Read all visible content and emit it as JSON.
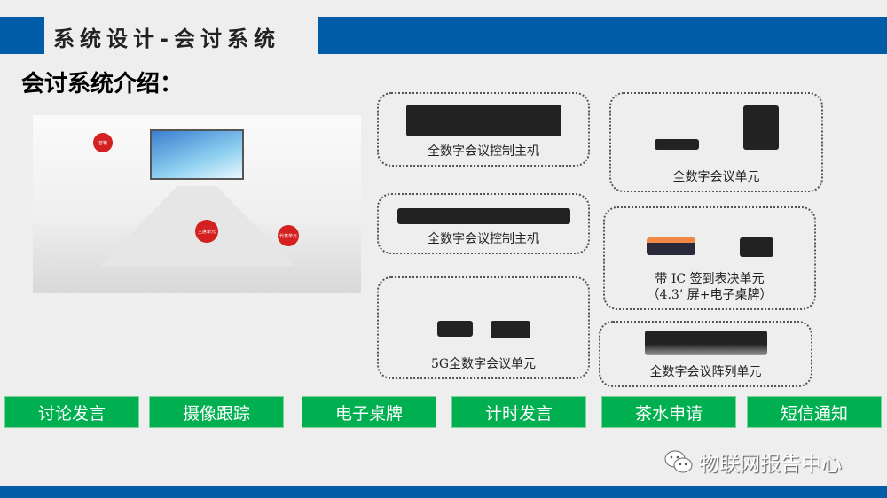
{
  "header": {
    "title": "系统设计-会讨系统",
    "subtitle": "会讨系统介绍："
  },
  "photo": {
    "labels": [
      "音箱",
      "主席单元",
      "代表单元"
    ]
  },
  "devices": [
    {
      "label": "全数字会议控制主机"
    },
    {
      "label": "全数字会议控制主机"
    },
    {
      "label": "5G全数字会议单元"
    },
    {
      "label": "全数字会议单元"
    },
    {
      "label": "带 IC 签到表决单元",
      "label2": "（4.3’ 屏+电子桌牌）"
    },
    {
      "label": "全数字会议阵列单元"
    }
  ],
  "features": [
    "讨论发言",
    "摄像跟踪",
    "电子桌牌",
    "计时发言",
    "茶水申请",
    "短信通知"
  ],
  "watermark": {
    "icon": "wechat-icon",
    "text": "物联网报告中心"
  },
  "colors": {
    "brand_blue": "#005ca6",
    "feature_green": "#00b050"
  }
}
